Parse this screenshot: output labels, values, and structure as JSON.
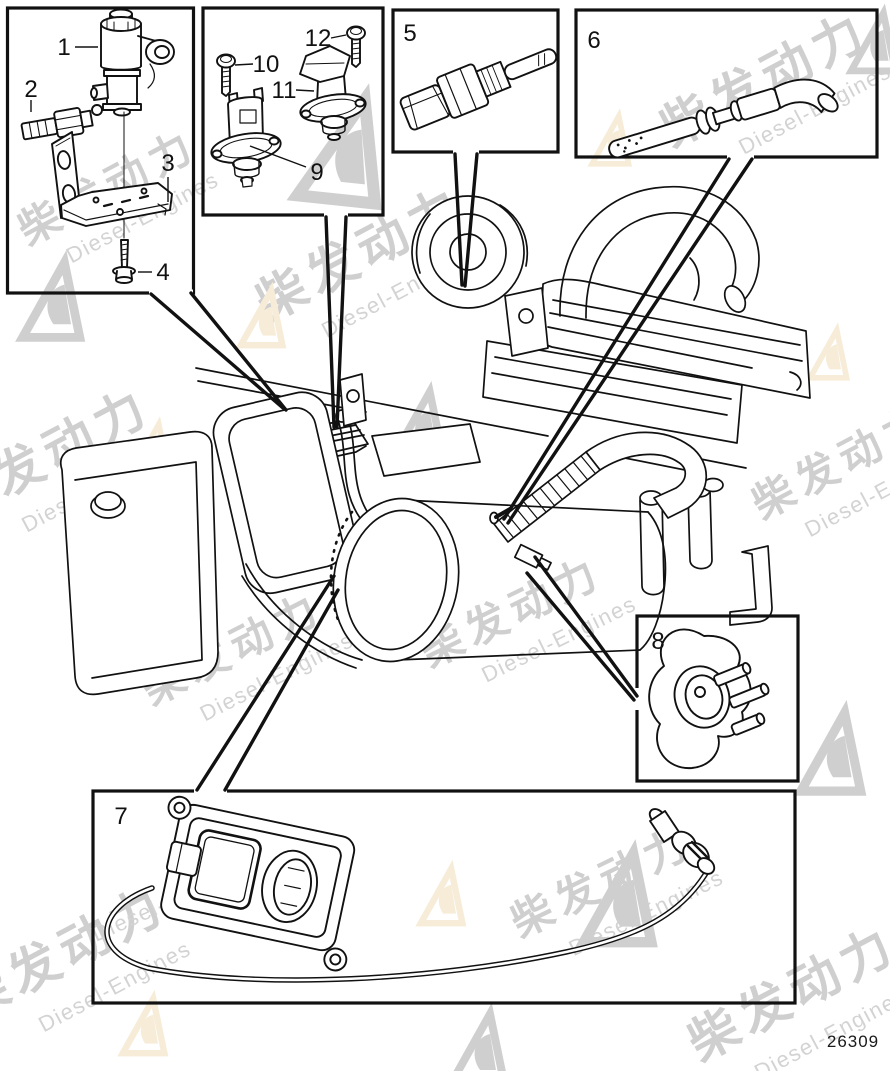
{
  "document": {
    "kind": "engine-sensor-parts-exploded-diagram",
    "drawing_number": "26309"
  },
  "style": {
    "background": "#ffffff",
    "line_color": "#111111",
    "watermark_gray": "#cfcfcf",
    "watermark_yellow": "#f6ecd8"
  },
  "watermark": {
    "cn": "柴发动力",
    "en": "Diesel-Engines"
  },
  "labels": {
    "l1": "1",
    "l2": "2",
    "l3": "3",
    "l4": "4",
    "l5": "5",
    "l6": "6",
    "l7": "7",
    "l8": "8",
    "l9": "9",
    "l10": "10",
    "l11": "11",
    "l12": "12"
  },
  "callouts": [
    {
      "box": "top-left",
      "parts": [
        "1",
        "2",
        "3",
        "4"
      ]
    },
    {
      "box": "top-mid-left",
      "parts": [
        "9",
        "10",
        "11",
        "12"
      ]
    },
    {
      "box": "top-mid",
      "parts": [
        "5"
      ]
    },
    {
      "box": "top-right",
      "parts": [
        "6"
      ]
    },
    {
      "box": "mid-right",
      "parts": [
        "8"
      ]
    },
    {
      "box": "bottom",
      "parts": [
        "7"
      ]
    }
  ]
}
